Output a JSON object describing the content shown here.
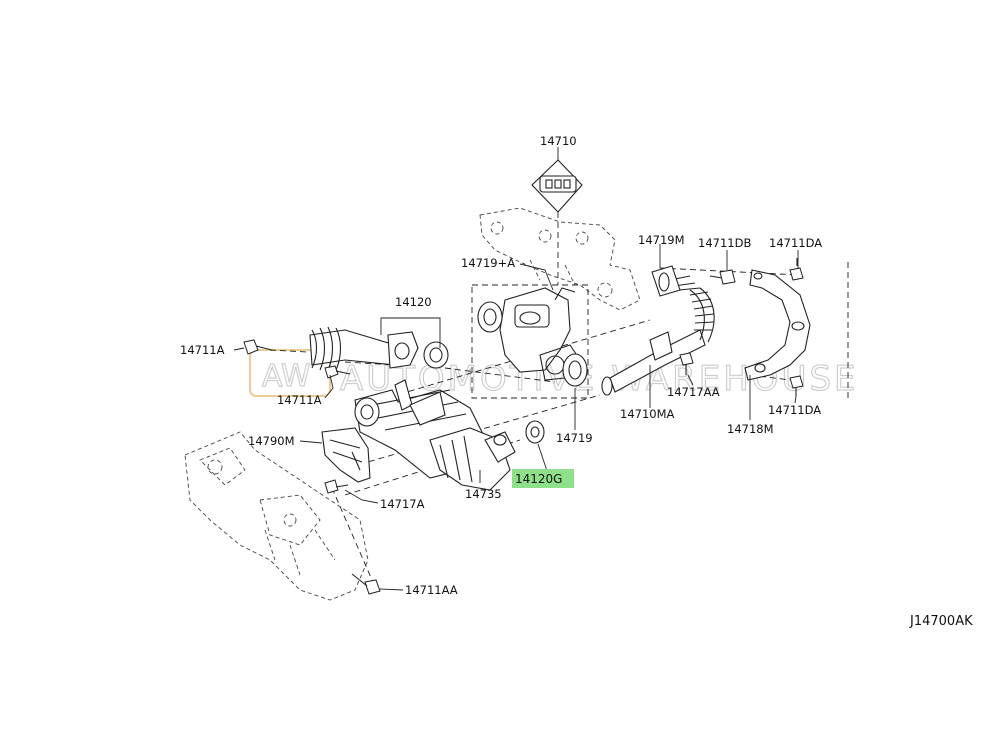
{
  "diagram_code": "J14700AK",
  "highlight_color": "#8fe08a",
  "watermark": {
    "logo": "AW",
    "text": "AUTOMOTIVE WAREHOUSE"
  },
  "labels": {
    "p14710": "14710",
    "p14719A": "14719+A",
    "p14120": "14120",
    "p14711A_left": "14711A",
    "p14711A_lower": "14711A",
    "p14790M": "14790M",
    "p14717A": "14717A",
    "p14735": "14735",
    "p14120G": "14120G",
    "p14719": "14719",
    "p14711AA": "14711AA",
    "p14719M": "14719M",
    "p14711DB": "14711DB",
    "p14711DA_top": "14711DA",
    "p14717AA": "14717AA",
    "p14710MA": "14710MA",
    "p14718M": "14718M",
    "p14711DA_bottom": "14711DA"
  }
}
